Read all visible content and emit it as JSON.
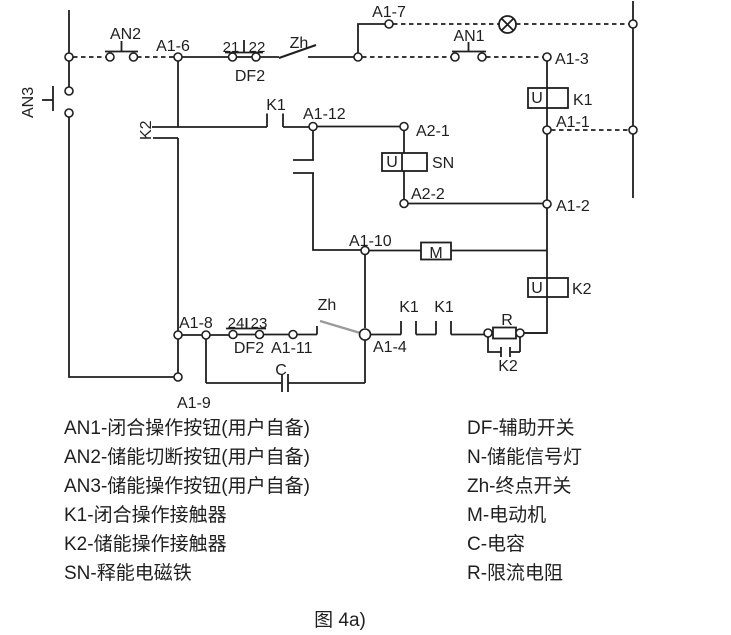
{
  "page": {
    "background": "#ffffff",
    "ink_color": "#1f1f1f",
    "blade_gray": "#9a9a9a"
  },
  "labels": {
    "an1": "AN1",
    "an2": "AN2",
    "an3": "AN3",
    "a1_6": "A1-6",
    "a1_7": "A1-7",
    "a1_3": "A1-3",
    "a1_1": "A1-1",
    "a1_2": "A1-2",
    "a1_12": "A1-12",
    "a2_1": "A2-1",
    "a2_2": "A2-2",
    "a1_10": "A1-10",
    "a1_8": "A1-8",
    "a1_9": "A1-9",
    "a1_11": "A1-11",
    "a1_4": "A1-4",
    "t21": "21",
    "t22": "22",
    "t24": "24",
    "t23": "23",
    "df2_top": "DF2",
    "df2_bottom": "DF2",
    "zh_top": "Zh",
    "zh_bottom": "Zh",
    "k2_contact": "K2",
    "k1_contact": "K1",
    "k1_contact_a": "K1",
    "k1_contact_b": "K1",
    "k2_bypass": "K2",
    "coil_u_k1": "U",
    "coil_u_sn": "U",
    "coil_u_k2": "U",
    "k1_coil": "K1",
    "sn_coil": "SN",
    "k2_coil": "K2",
    "motor": "M",
    "resistor": "R",
    "capacitor": "C"
  },
  "legend": {
    "left": [
      "AN1-闭合操作按钮(用户自备)",
      "AN2-储能切断按钮(用户自备)",
      "AN3-储能操作按钮(用户自备)",
      "K1-闭合操作接触器",
      "K2-储能操作接触器",
      "SN-释能电磁铁"
    ],
    "right": [
      "DF-辅助开关",
      "N-储能信号灯",
      "Zh-终点开关",
      "M-电动机",
      "C-电容",
      "R-限流电阻"
    ]
  },
  "caption": "图 4a)"
}
